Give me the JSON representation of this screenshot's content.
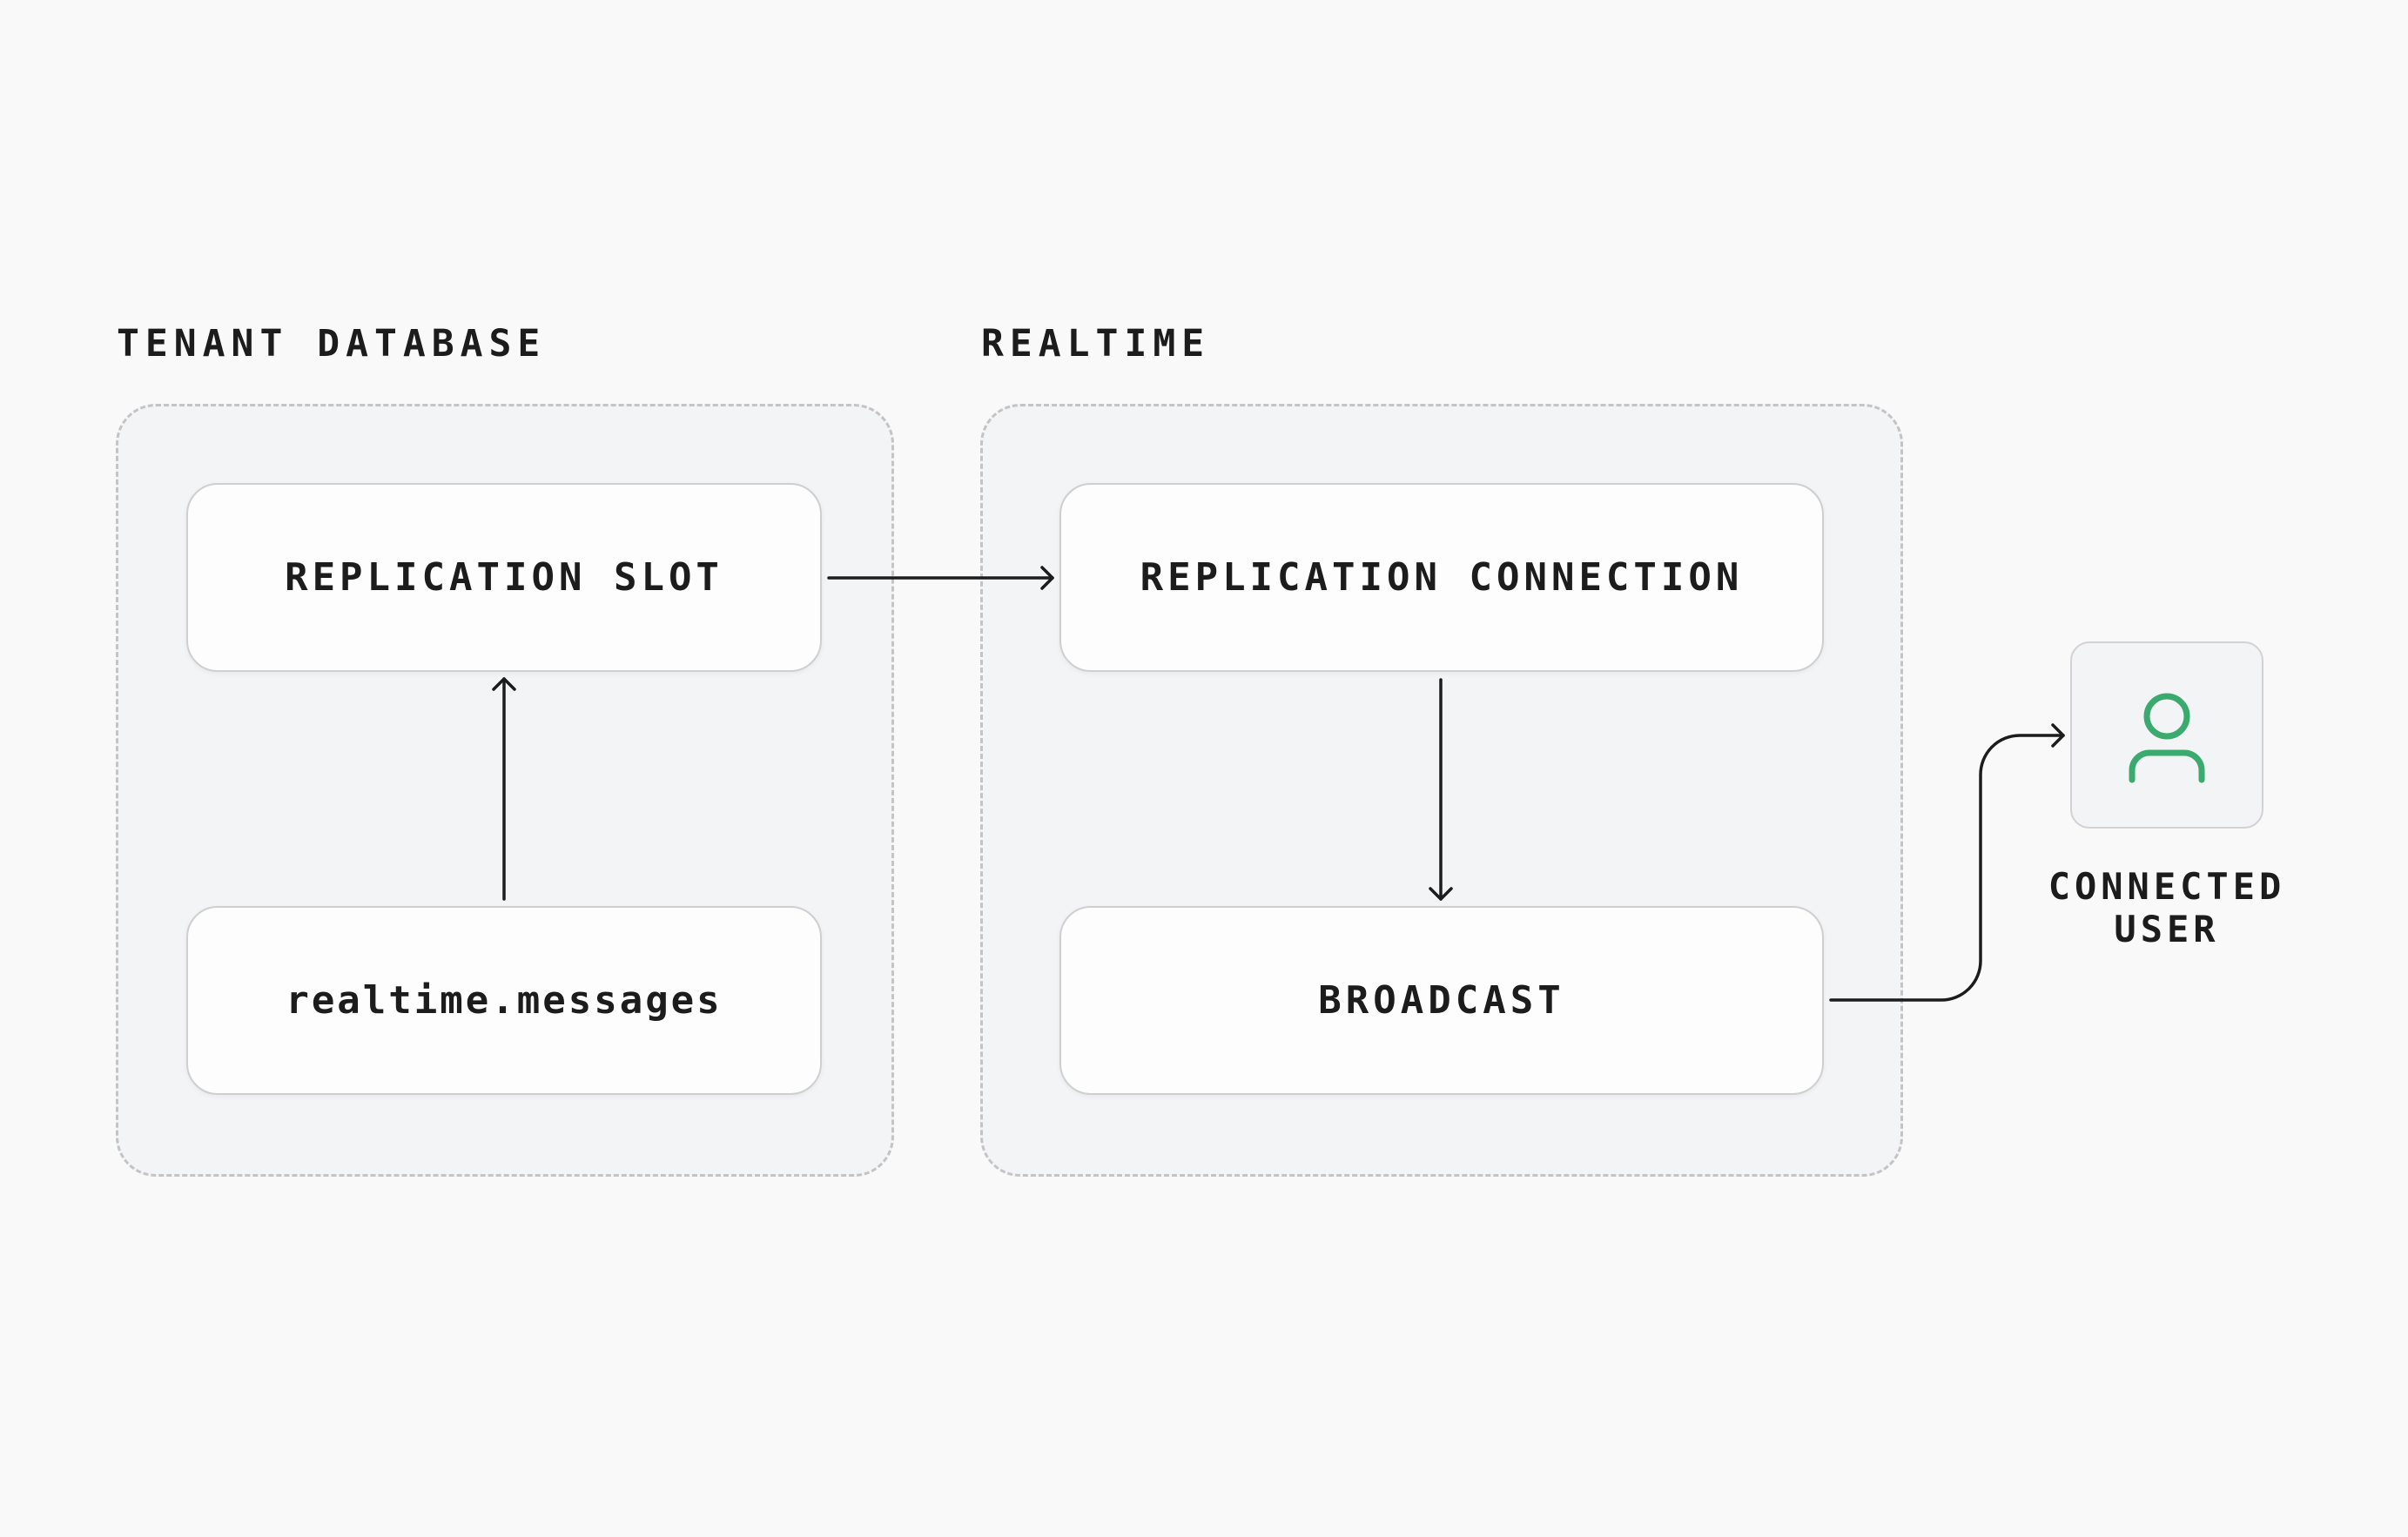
{
  "groups": {
    "tenant_database": {
      "label": "TENANT DATABASE"
    },
    "realtime": {
      "label": "REALTIME"
    }
  },
  "nodes": {
    "replication_slot": "REPLICATION SLOT",
    "realtime_messages": "realtime.messages",
    "replication_connection": "REPLICATION CONNECTION",
    "broadcast": "BROADCAST"
  },
  "connected_user": {
    "label_line1": "CONNECTED",
    "label_line2": "USER",
    "icon": "user-icon"
  },
  "colors": {
    "background": "#f9f9fa",
    "group_fill": "#f3f4f6",
    "group_border": "#c4c4c6",
    "arrow": "#1c1c1c",
    "user_icon": "#3aaa6e"
  }
}
